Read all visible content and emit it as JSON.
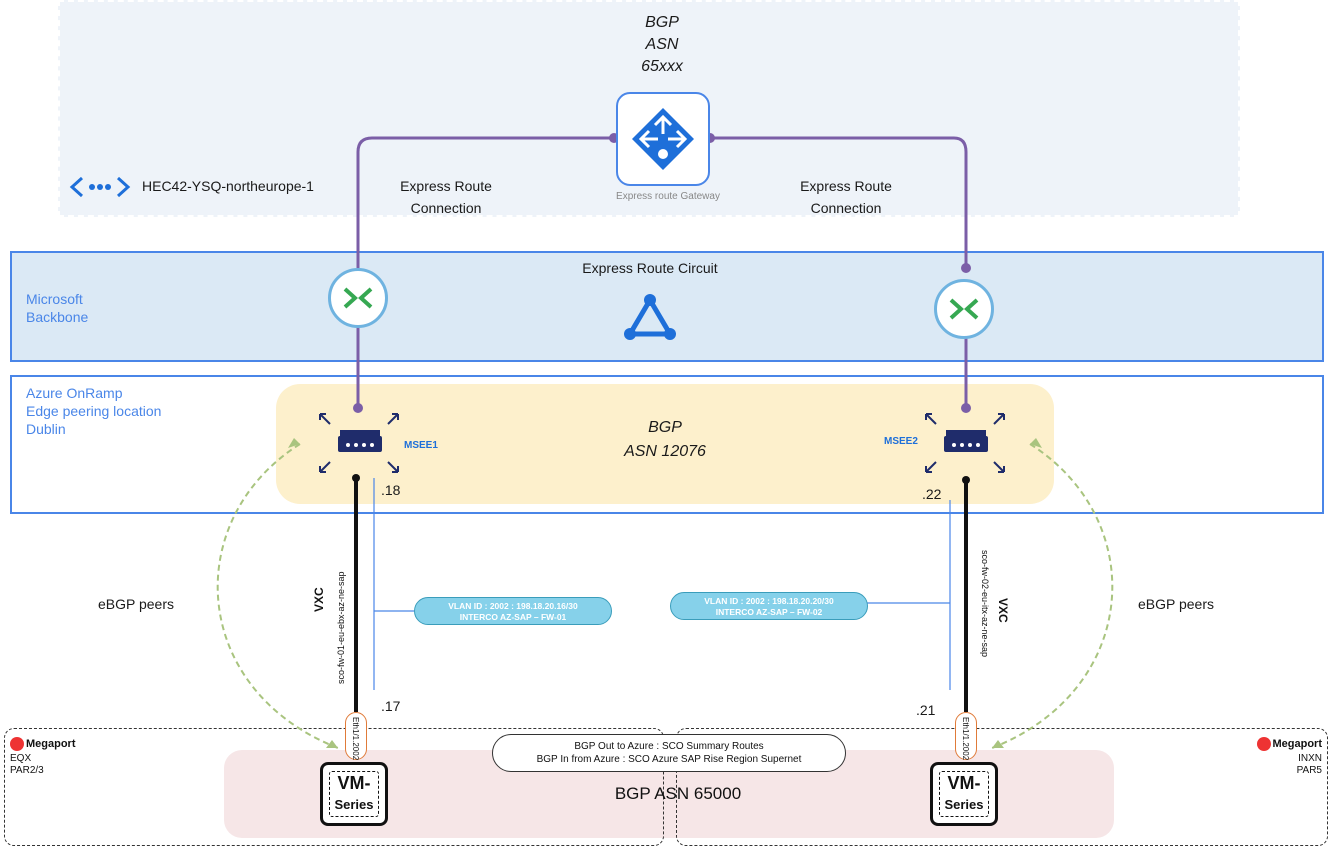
{
  "gateway": {
    "bgp_line1": "BGP",
    "bgp_line2": "ASN",
    "bgp_line3": "65xxx",
    "label": "Express route Gateway",
    "icon": "expressroute-gateway-icon"
  },
  "vnet": {
    "name": "HEC42-YSQ-northeurope-1",
    "icon": "virtual-network-icon"
  },
  "connections": {
    "left_line1": "Express Route",
    "left_line2": "Connection",
    "right_line1": "Express Route",
    "right_line2": "Connection"
  },
  "backbone": {
    "label_line1": "Microsoft",
    "label_line2": "Backbone",
    "circuit_label": "Express Route Circuit"
  },
  "onramp": {
    "label_line1": "Azure OnRamp",
    "label_line2": "Edge peering location",
    "label_line3": "Dublin",
    "bgp_line1": "BGP",
    "bgp_line2": "ASN 12076"
  },
  "msee": {
    "left": "MSEE1",
    "right": "MSEE2",
    "ip_left_top": ".18",
    "ip_right_top": ".22",
    "ip_left_bottom": ".17",
    "ip_right_bottom": ".21"
  },
  "vxc": {
    "left_label": "VXC",
    "right_label": "VXC",
    "left_name": "sco-fw-01-eu-ebx-az-ne-sap",
    "right_name": "sco-fw-02-eu-itx-az-ne-sap"
  },
  "vlans": {
    "left_line1": "VLAN ID : 2002 : 198.18.20.16/30",
    "left_line2": "INTERCO AZ-SAP – FW-01",
    "right_line1": "VLAN ID : 2002 : 198.18.20.20/30",
    "right_line2": "INTERCO AZ-SAP – FW-02"
  },
  "peers": {
    "left": "eBGP peers",
    "right": "eBGP peers"
  },
  "interfaces": {
    "left": "Eth1/1.2002",
    "right": "Eth1/1.2002"
  },
  "sites": {
    "left_brand": "Megaport",
    "left_line1": "EQX",
    "left_line2": "PAR2/3",
    "right_brand": "Megaport",
    "right_line1": "INXN",
    "right_line2": "PAR5"
  },
  "bgp_box": {
    "line1": "BGP Out to Azure : SCO Summary Routes",
    "line2": "BGP In from Azure : SCO Azure SAP Rise Region Supernet"
  },
  "customer": {
    "bgp_asn": "BGP ASN 65000",
    "vm_line1": "VM-",
    "vm_line2": "Series"
  },
  "colors": {
    "azure_blue": "#4a86e8",
    "connection_purple": "#7b5ea7",
    "vxc_black": "#111111",
    "vlan_cyan": "#86d1ea",
    "ebgp_green": "#a9c47f",
    "megaport_red": "#e33333"
  }
}
